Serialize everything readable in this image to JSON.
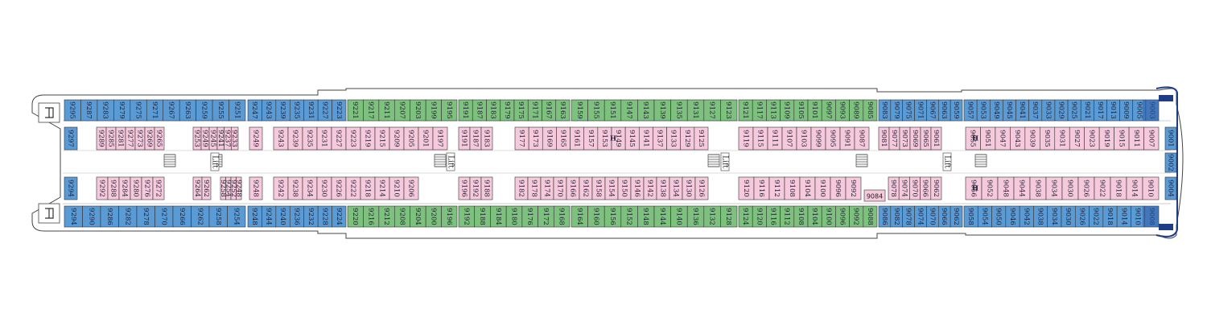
{
  "colors": {
    "blue": "#5b9bd5",
    "blue_dark": "#2e5aa8",
    "green": "#7ec07e",
    "pink": "#f6c9dc",
    "hull": "#ffffff",
    "outline": "#444444"
  },
  "lift_label": "Lift",
  "special_cabin": "9084",
  "accessible_mark": "H",
  "icons": [
    "stairs-icon",
    "lift-icon",
    "accessible-icon"
  ],
  "rows": {
    "top_outer": {
      "blue_left": [
        "9295",
        "9287",
        "9283",
        "9279",
        "9275",
        "9271",
        "9267",
        "9263",
        "9259",
        "9255",
        "9251"
      ],
      "blue_left2": [
        "9247",
        "9243",
        "9239",
        "9235",
        "9231",
        "9227",
        "9223"
      ],
      "green_a": [
        "9221",
        "9217",
        "9211",
        "9207",
        "9203",
        "9199",
        "9195"
      ],
      "green_b": [
        "9191",
        "9187",
        "9183",
        "9179",
        "9175",
        "9171",
        "9167",
        "9163"
      ],
      "green_c": [
        "9159",
        "9155",
        "9151",
        "9147",
        "9143",
        "9139",
        "9135",
        "9131",
        "9127",
        "9123"
      ],
      "green_d": [
        "9121",
        "9117",
        "9113",
        "9109",
        "9105",
        "9101",
        "9097",
        "9093",
        "9089",
        "9085"
      ],
      "mixed_e": [
        "9083",
        "9079",
        "9075",
        "9071",
        "9067",
        "9063",
        "9059"
      ],
      "blue_right": [
        "9057",
        "9053",
        "9049",
        "9045",
        "9041",
        "9037",
        "9033",
        "9029",
        "9025",
        "9021",
        "9017",
        "9013",
        "9009",
        "9005",
        "9003"
      ]
    },
    "top_inner": {
      "left_blue": [
        "9297"
      ],
      "pink_a": [
        "9289",
        "9285",
        "9281",
        "9277",
        "9273",
        "9269",
        "9265"
      ],
      "pink_b": [
        "9253",
        "9249",
        "9245",
        "9241",
        "9237",
        "9233",
        "9229"
      ],
      "pink_c": [
        "9249",
        "9243",
        "9239",
        "9235",
        "9231",
        "9227",
        "9223",
        "9219",
        "9215",
        "9209",
        "9205",
        "9201",
        "9197"
      ],
      "pink_d": [
        "9191",
        "9187",
        "9183"
      ],
      "pink_e": [
        "9177",
        "9173",
        "9169",
        "9165",
        "9161",
        "9157",
        "9153",
        "9149",
        "9145",
        "9141",
        "9137",
        "9133",
        "9129",
        "9125"
      ],
      "pink_f": [
        "9119",
        "9115",
        "9111",
        "9107",
        "9103",
        "9099",
        "9095",
        "9091",
        "9087"
      ],
      "pink_g": [
        "9081",
        "9077",
        "9073",
        "9069",
        "9065",
        "9061"
      ],
      "pink_h": [
        "9055",
        "9051",
        "9047",
        "9043",
        "9039",
        "9035",
        "9031",
        "9027",
        "9023",
        "9019",
        "9015",
        "9011",
        "9007"
      ],
      "right_blue": [
        "9001"
      ]
    },
    "mid_right_blue": [
      "9002"
    ],
    "bottom_inner": {
      "left_blue": [
        "9294"
      ],
      "pink_a": [
        "9292",
        "9288",
        "9284",
        "9280",
        "9276",
        "9272"
      ],
      "pink_b": [
        "9264",
        "9262",
        "9258",
        "9254",
        "9252",
        "9248"
      ],
      "pink_c": [
        "9242",
        "9238",
        "9234",
        "9230",
        "9226",
        "9222",
        "9218",
        "9214",
        "9210",
        "9206"
      ],
      "pink_d": [
        "9196",
        "9192",
        "9188"
      ],
      "pink_e": [
        "9182",
        "9178",
        "9174",
        "9170",
        "9166",
        "9162",
        "9158",
        "9154",
        "9150",
        "9146",
        "9142",
        "9138",
        "9134",
        "9130",
        "9126"
      ],
      "pink_f": [
        "9120",
        "9116",
        "9112",
        "9108",
        "9104",
        "9100",
        "9096",
        "9092"
      ],
      "pink_g": [
        "9078",
        "9074",
        "9070",
        "9066",
        "9062"
      ],
      "pink_h": [
        "9056",
        "9052",
        "9048",
        "9044",
        "9038",
        "9034",
        "9030",
        "9026",
        "9022",
        "9018",
        "9014",
        "9010"
      ],
      "right_blue": [
        "9004"
      ]
    },
    "bottom_outer": {
      "blue_left": [
        "9294",
        "9290",
        "9286",
        "9282",
        "9278",
        "9270",
        "9266",
        "9262",
        "9258",
        "9254"
      ],
      "blue_left2": [
        "9248",
        "9244",
        "9240",
        "9236",
        "9232",
        "9228",
        "9224"
      ],
      "green_a": [
        "9220",
        "9216",
        "9212",
        "9208",
        "9204",
        "9200",
        "9196"
      ],
      "green_b": [
        "9192",
        "9188",
        "9184",
        "9180",
        "9176",
        "9172",
        "9168"
      ],
      "green_c": [
        "9164",
        "9160",
        "9156",
        "9152",
        "9148",
        "9144",
        "9140",
        "9136",
        "9132",
        "9128"
      ],
      "green_d": [
        "9124",
        "9120",
        "9116",
        "9112",
        "9108",
        "9104",
        "9100",
        "9096",
        "9092",
        "9088"
      ],
      "mixed_e": [
        "9086",
        "9082",
        "9078",
        "9074",
        "9070",
        "9066",
        "9062"
      ],
      "blue_right": [
        "9058",
        "9054",
        "9050",
        "9046",
        "9042",
        "9038",
        "9034",
        "9030",
        "9026",
        "9022",
        "9018",
        "9014",
        "9010",
        "9008"
      ]
    }
  }
}
